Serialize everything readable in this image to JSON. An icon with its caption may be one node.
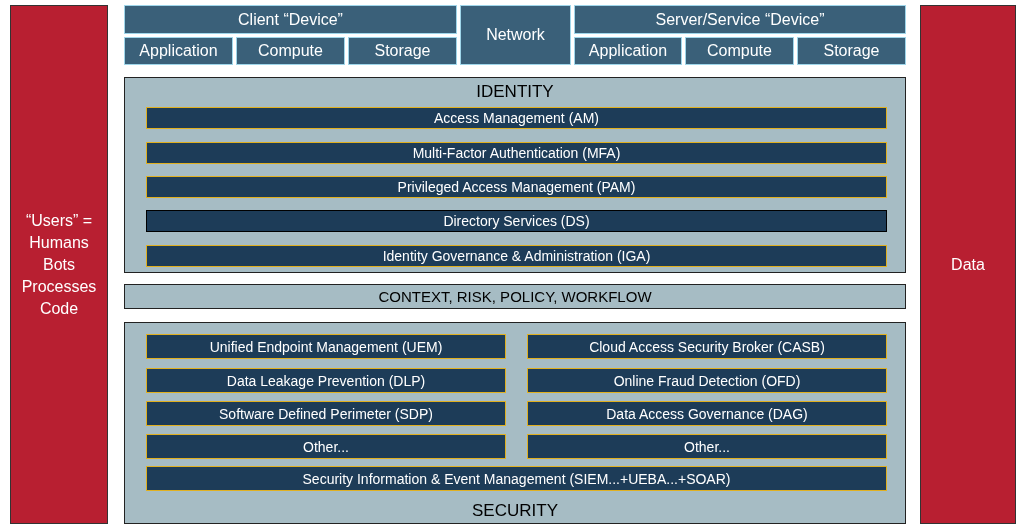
{
  "diagram": {
    "nodes": [
      {
        "text": [
          "“Users” = Humans Bots Processes Code"
        ]
      },
      {
        "text": [
          "Client “Device”"
        ]
      },
      {
        "text": [
          "Application"
        ]
      },
      {
        "text": [
          "Compute"
        ]
      },
      {
        "text": [
          "Storage"
        ]
      },
      {
        "text": [
          "Network"
        ]
      },
      {
        "text": [
          "Server/Service “Device”"
        ]
      },
      {
        "text": [
          "Application"
        ]
      },
      {
        "text": [
          "Compute"
        ]
      },
      {
        "text": [
          "Storage"
        ]
      },
      {
        "text": [
          "IDENTITY"
        ]
      },
      {
        "text": [
          "Access Management (AM)"
        ],
        "in": 10
      },
      {
        "text": [
          "Multi-Factor Authentication (MFA)"
        ],
        "in": 10
      },
      {
        "text": [
          "Privileged Access Management (PAM)"
        ],
        "in": 10
      },
      {
        "text": [
          "Directory Services (DS)"
        ],
        "in": 10
      },
      {
        "text": [
          "Identity Governance & Administration (IGA)"
        ],
        "in": 10
      },
      {
        "text": [
          "CONTEXT, RISK, POLICY, WORKFLOW"
        ]
      },
      {
        "text": [
          "SECURITY"
        ]
      },
      {
        "text": [
          "Unified Endpoint Management (UEM)"
        ],
        "in": 17
      },
      {
        "text": [
          "Cloud Access Security Broker (CASB)"
        ],
        "in": 17
      },
      {
        "text": [
          "Data Leakage Prevention (DLP)"
        ],
        "in": 17
      },
      {
        "text": [
          "Online Fraud Detection (OFD)"
        ],
        "in": 17
      },
      {
        "text": [
          "Software Defined Perimeter (SDP)"
        ],
        "in": 17
      },
      {
        "text": [
          "Data Access Governance (DAG)"
        ],
        "in": 17
      },
      {
        "text": [
          "Other..."
        ],
        "in": 17
      },
      {
        "text": [
          "Other..."
        ],
        "in": 17
      },
      {
        "text": [
          "Security Information & Event Management (SIEM...+UEBA...+SOAR)"
        ],
        "in": 17
      },
      {
        "text": [
          "Data"
        ]
      }
    ]
  }
}
